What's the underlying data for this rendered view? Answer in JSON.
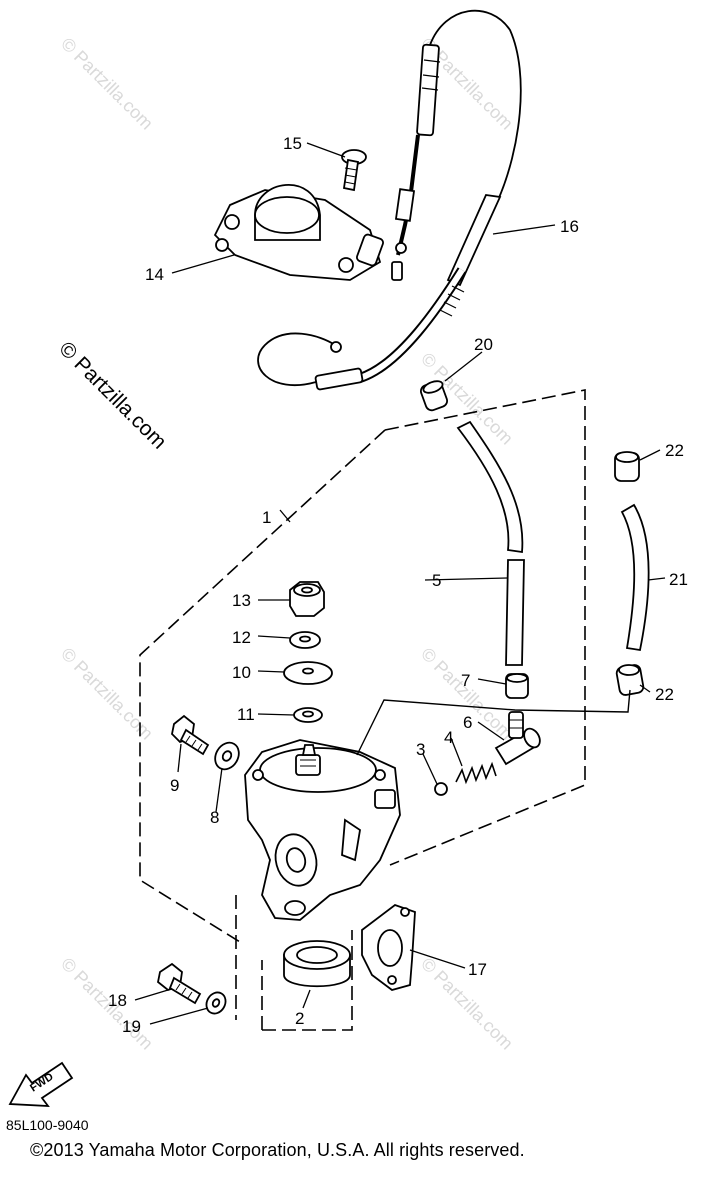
{
  "diagram": {
    "watermark": "© Partzilla.com",
    "fwd_label": "FWD",
    "callouts": {
      "c1": "1",
      "c2": "2",
      "c3": "3",
      "c4": "4",
      "c5": "5",
      "c6": "6",
      "c7": "7",
      "c8": "8",
      "c9": "9",
      "c10": "10",
      "c11": "11",
      "c12": "12",
      "c13": "13",
      "c14": "14",
      "c15": "15",
      "c16": "16",
      "c17": "17",
      "c18": "18",
      "c19": "19",
      "c20": "20",
      "c21": "21",
      "c22a": "22",
      "c22b": "22"
    }
  },
  "footer": {
    "doc_code": "85L100-9040",
    "copyright": "©2013 Yamaha Motor Corporation, U.S.A. All rights reserved."
  }
}
